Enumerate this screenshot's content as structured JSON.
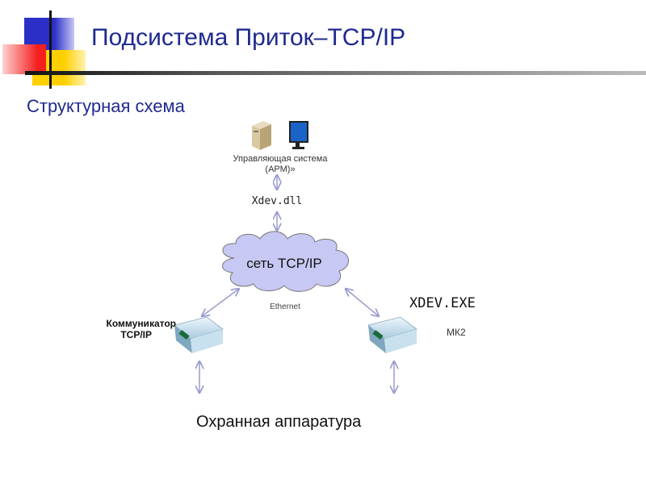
{
  "slide": {
    "title": "Подсистема Приток–TCP/IP",
    "subtitle": "Структурная схема"
  },
  "diagram": {
    "control_system": {
      "line1": "Управляющая система",
      "line2": "(АРМ)»"
    },
    "library": "Xdev.dll",
    "network": "сеть TCP/IP",
    "link_label": "Ethernet",
    "left_device": {
      "line1": "Коммуникатор",
      "line2": "TCP/IP"
    },
    "right_device": {
      "software": "XDEV.EXE",
      "model": "МК2"
    },
    "bottom": "Охранная аппаратура"
  },
  "colors": {
    "title": "#1f2a8f",
    "arrow": "#9a9ad0",
    "cloud": "#c8c8f4"
  }
}
